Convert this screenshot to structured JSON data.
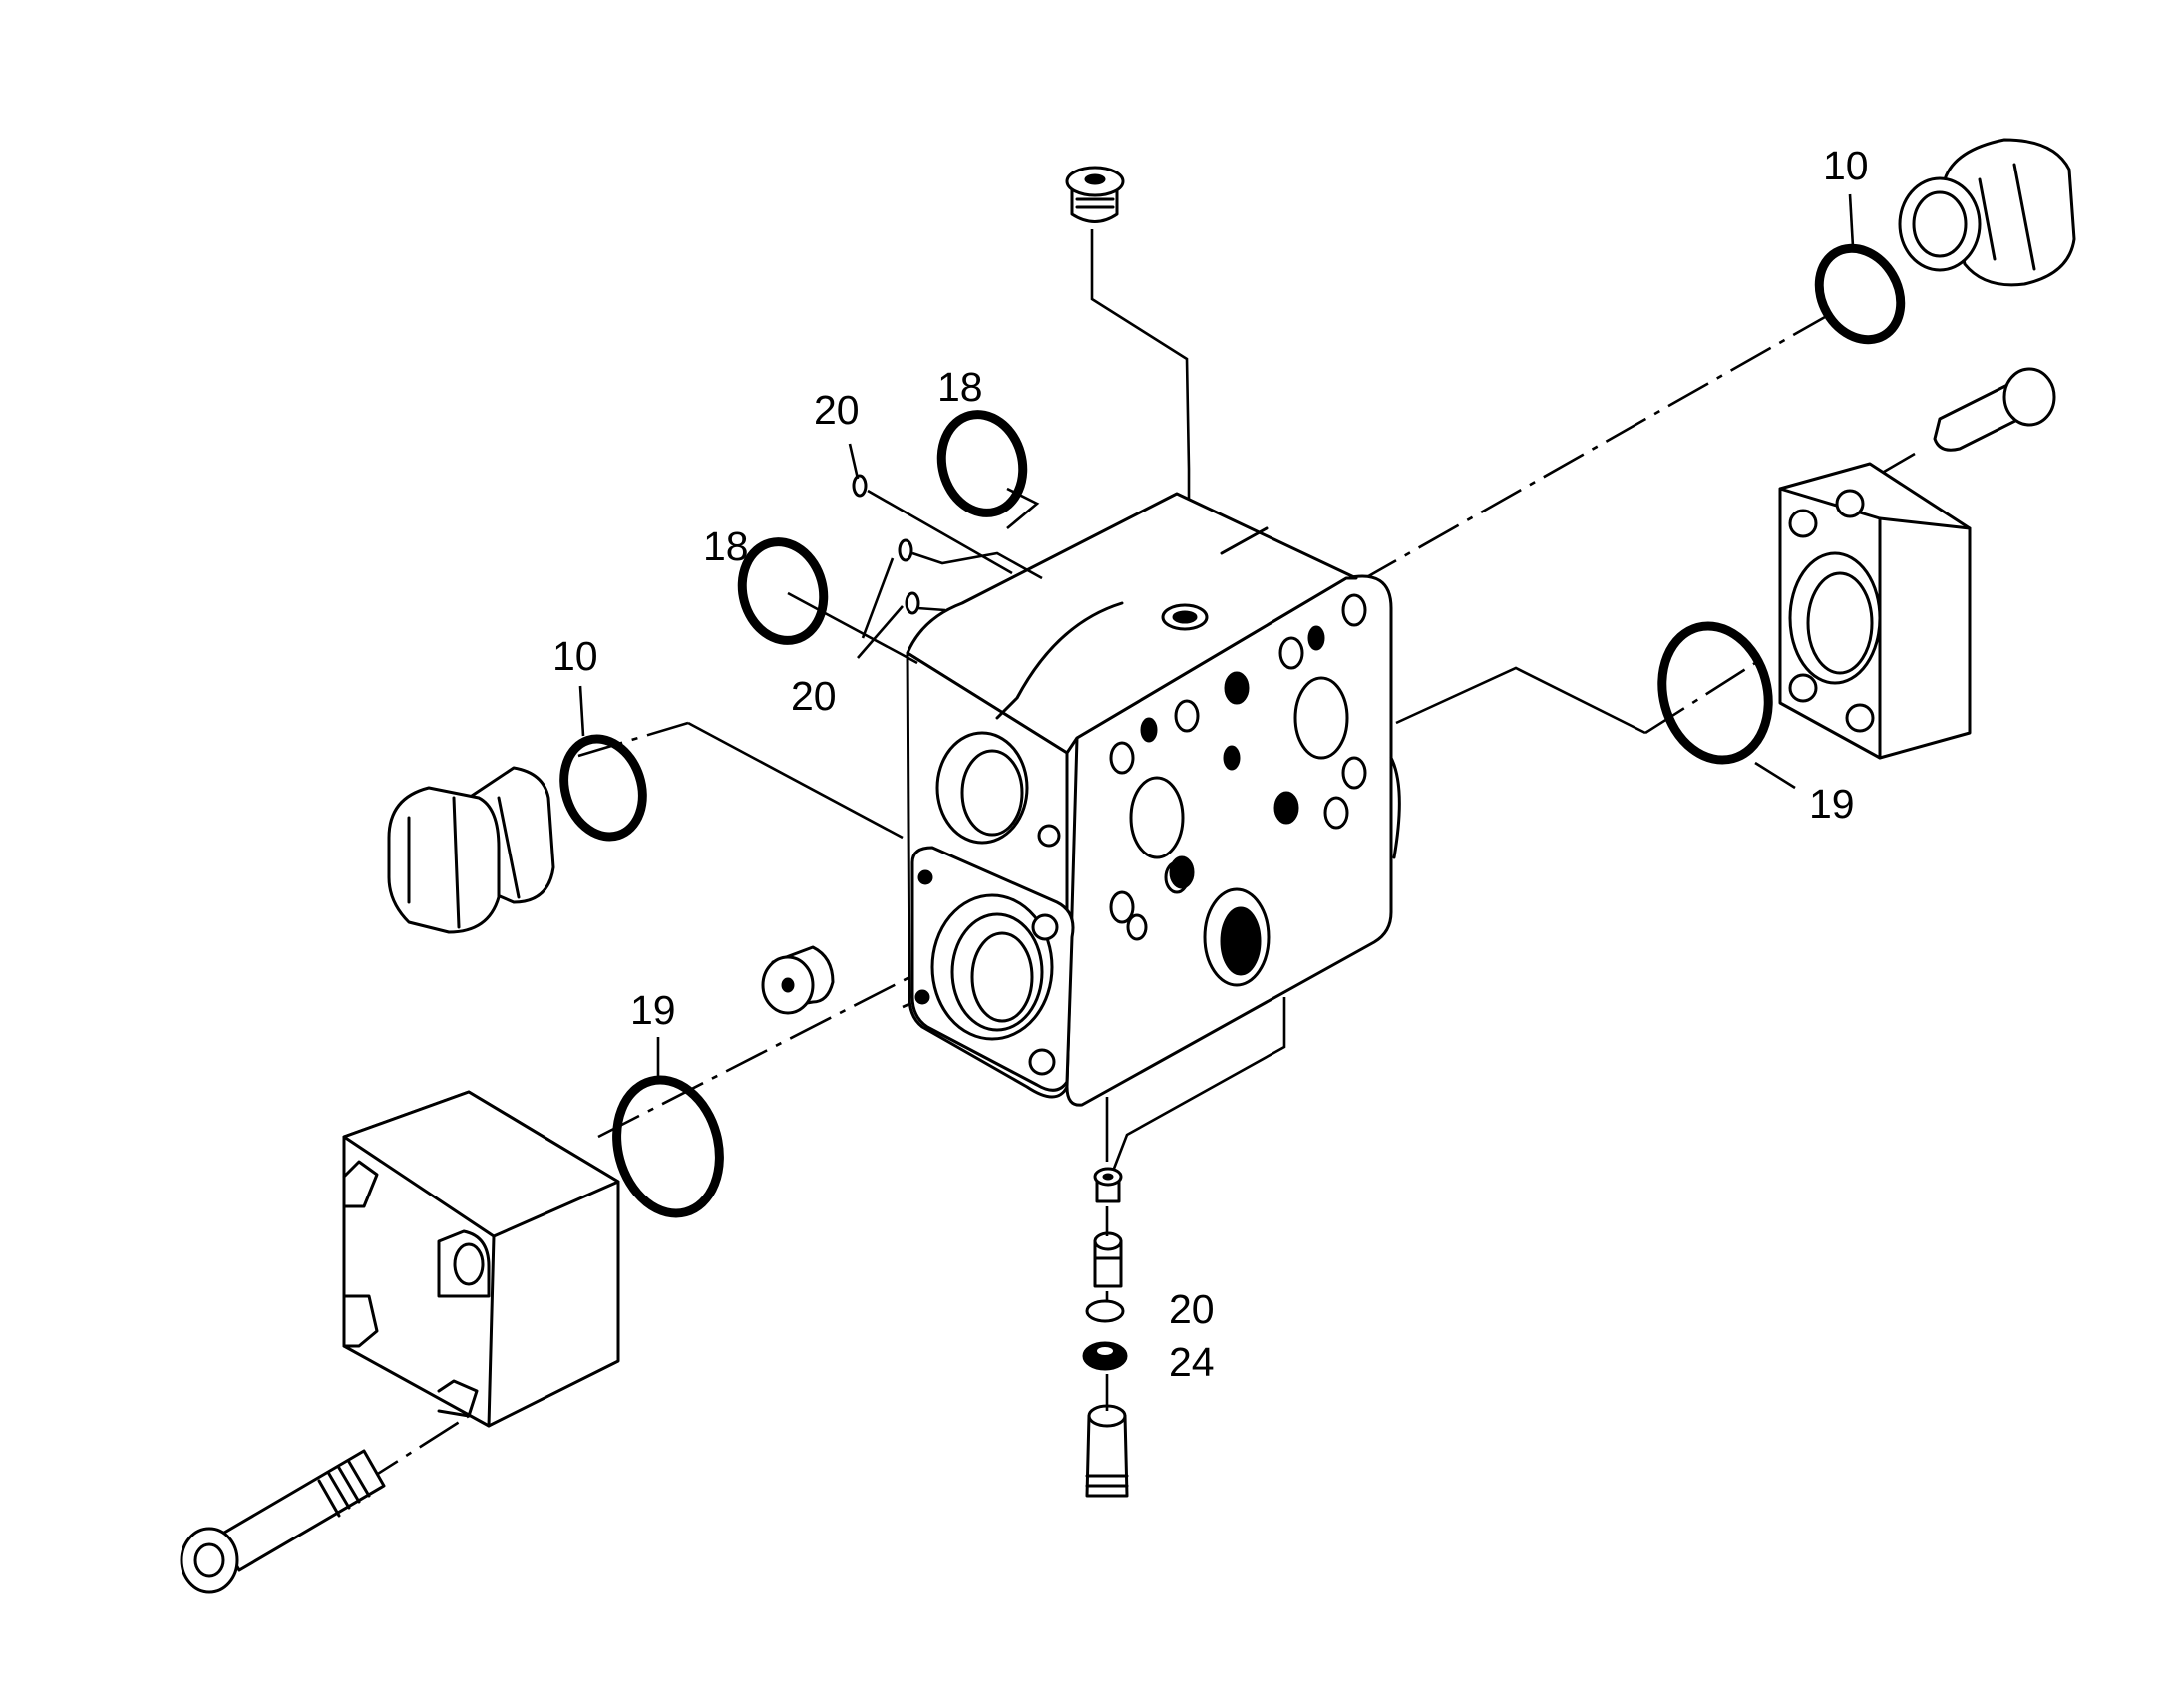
{
  "callouts": [
    {
      "id": "c10-top",
      "text": "10"
    },
    {
      "id": "c18-upper",
      "text": "18"
    },
    {
      "id": "c20-upper",
      "text": "20"
    },
    {
      "id": "c18-left",
      "text": "18"
    },
    {
      "id": "c20-mid",
      "text": "20"
    },
    {
      "id": "c10-left",
      "text": "10"
    },
    {
      "id": "c19-right",
      "text": "19"
    },
    {
      "id": "c19-left",
      "text": "19"
    },
    {
      "id": "c20-bottom",
      "text": "20"
    },
    {
      "id": "c24-bottom",
      "text": "24"
    }
  ]
}
